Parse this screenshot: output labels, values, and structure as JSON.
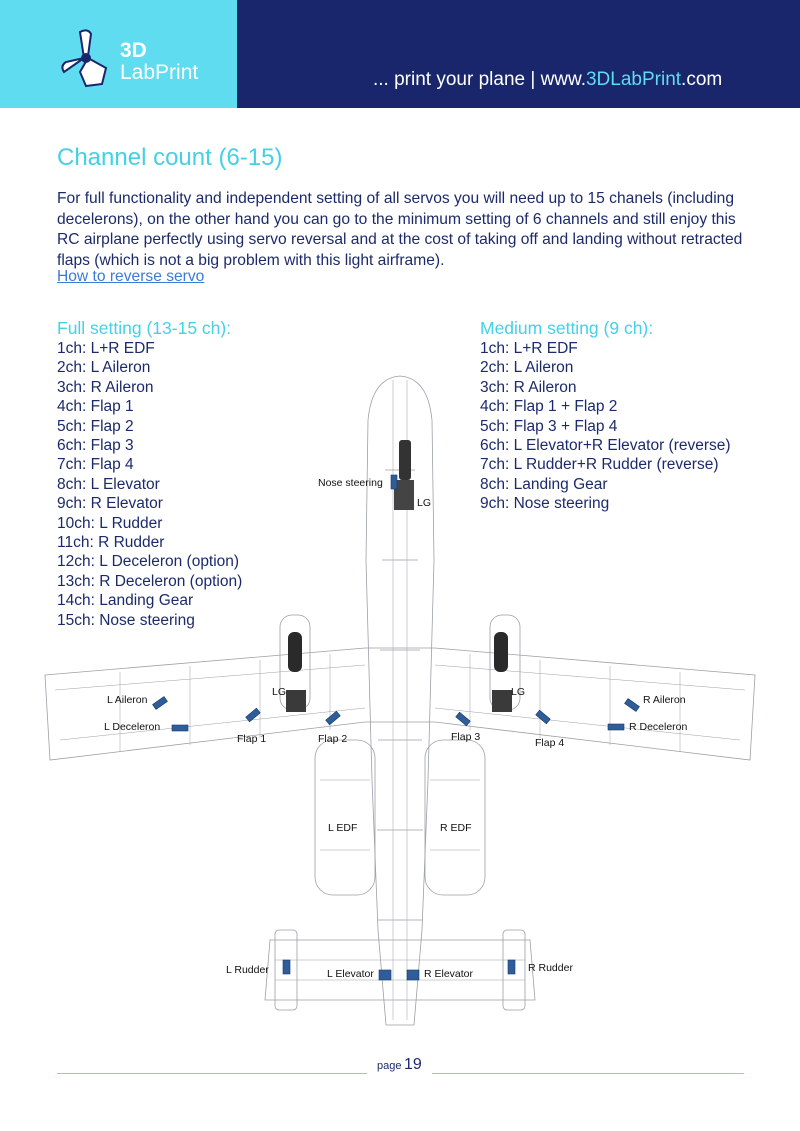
{
  "header": {
    "logo_line1": "3D",
    "logo_line2": "LabPrint",
    "tagline_text": "... print your plane  | www.",
    "tagline_accent": "3DLabPrint",
    "tagline_end": ".com",
    "colors": {
      "band": "#19266b",
      "logo_bg": "#5fdcef",
      "accent": "#43d1e6"
    }
  },
  "title": "Channel count (6-15)",
  "intro": "For full functionality and independent setting of all servos you will need up to 15 chanels (including decelerons), on the other hand you can go to the minimum setting of 6 channels and still enjoy this RC airplane perfectly using servo reversal and at the cost of taking off and landing without retracted flaps (which is not a big problem with this light airframe).",
  "link": "How to reverse servo",
  "full_setting": {
    "heading": "Full setting (13-15 ch):",
    "items": [
      "1ch: L+R EDF",
      "2ch: L Aileron",
      "3ch: R Aileron",
      "4ch: Flap 1",
      "5ch: Flap 2",
      "6ch: Flap 3",
      "7ch: Flap 4",
      "8ch: L Elevator",
      "9ch: R Elevator",
      "10ch: L Rudder",
      "11ch: R Rudder",
      "12ch: L Deceleron (option)",
      "13ch: R Deceleron (option)",
      "14ch: Landing Gear",
      "15ch: Nose steering"
    ]
  },
  "medium_setting": {
    "heading": "Medium setting (9 ch):",
    "items": [
      "1ch: L+R EDF",
      "2ch: L Aileron",
      "3ch: R Aileron",
      "4ch: Flap 1 + Flap 2",
      "5ch: Flap 3 + Flap 4",
      "6ch: L Elevator+R Elevator (reverse)",
      "7ch: L Rudder+R Rudder (reverse)",
      "8ch: Landing Gear",
      "9ch: Nose steering"
    ]
  },
  "diagram_labels": {
    "nose_steering": "Nose steering",
    "lg_nose": "LG",
    "lg_left": "LG",
    "lg_right": "LG",
    "l_aileron": "L Aileron",
    "r_aileron": "R Aileron",
    "l_deceleron": "L Deceleron",
    "r_deceleron": "R Deceleron",
    "flap1": "Flap 1",
    "flap2": "Flap 2",
    "flap3": "Flap 3",
    "flap4": "Flap 4",
    "l_edf": "L EDF",
    "r_edf": "R EDF",
    "l_rudder": "L Rudder",
    "r_rudder": "R Rudder",
    "l_elevator": "L Elevator",
    "r_elevator": "R Elevator"
  },
  "footer": {
    "page_label": "page",
    "page_number": "19"
  }
}
